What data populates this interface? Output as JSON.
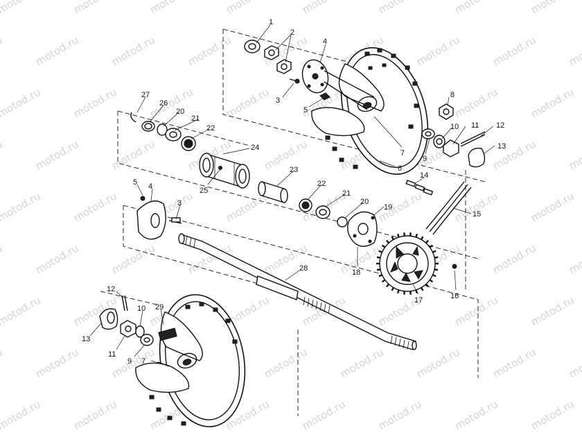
{
  "watermark": "motod.ru",
  "callouts": [
    {
      "id": "c1",
      "text": "1"
    },
    {
      "id": "c2",
      "text": "2"
    },
    {
      "id": "c3a",
      "text": "3"
    },
    {
      "id": "c4a",
      "text": "4"
    },
    {
      "id": "c5a",
      "text": "5"
    },
    {
      "id": "c6",
      "text": "6"
    },
    {
      "id": "c7a",
      "text": "7"
    },
    {
      "id": "c8",
      "text": "8"
    },
    {
      "id": "c9a",
      "text": "9"
    },
    {
      "id": "c10a",
      "text": "10"
    },
    {
      "id": "c11a",
      "text": "11"
    },
    {
      "id": "c12a",
      "text": "12"
    },
    {
      "id": "c13a",
      "text": "13"
    },
    {
      "id": "c14",
      "text": "14"
    },
    {
      "id": "c15",
      "text": "15"
    },
    {
      "id": "c16",
      "text": "16"
    },
    {
      "id": "c17",
      "text": "17"
    },
    {
      "id": "c18",
      "text": "18"
    },
    {
      "id": "c19",
      "text": "19"
    },
    {
      "id": "c20a",
      "text": "20"
    },
    {
      "id": "c20b",
      "text": "20"
    },
    {
      "id": "c21a",
      "text": "21"
    },
    {
      "id": "c21b",
      "text": "21"
    },
    {
      "id": "c22a",
      "text": "22"
    },
    {
      "id": "c22b",
      "text": "22"
    },
    {
      "id": "c23",
      "text": "23"
    },
    {
      "id": "c24",
      "text": "24"
    },
    {
      "id": "c25",
      "text": "25"
    },
    {
      "id": "c26",
      "text": "26"
    },
    {
      "id": "c27",
      "text": "27"
    },
    {
      "id": "c5b",
      "text": "5"
    },
    {
      "id": "c4b",
      "text": "4"
    },
    {
      "id": "c3b",
      "text": "3"
    },
    {
      "id": "c28",
      "text": "28"
    },
    {
      "id": "c12b",
      "text": "12"
    },
    {
      "id": "c10b",
      "text": "10"
    },
    {
      "id": "c29",
      "text": "29"
    },
    {
      "id": "c13b",
      "text": "13"
    },
    {
      "id": "c11b",
      "text": "11"
    },
    {
      "id": "c9b",
      "text": "9"
    },
    {
      "id": "c7b",
      "text": "7"
    }
  ]
}
